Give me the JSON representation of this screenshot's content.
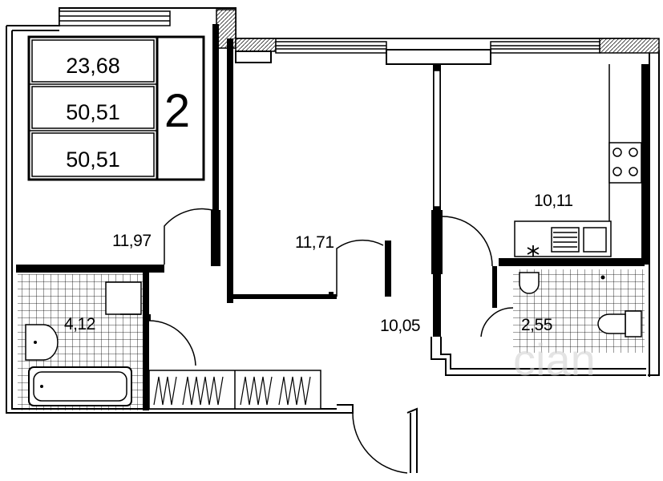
{
  "summary_box": {
    "living_area": "23,68",
    "total_area": "50,51",
    "total_area_repeat": "50,51",
    "rooms_count": "2"
  },
  "rooms": {
    "room_left": "11,97",
    "room_center": "11,71",
    "kitchen": "10,11",
    "hall": "10,05",
    "bathroom": "4,12",
    "toilet": "2,55"
  },
  "watermark": "cian"
}
